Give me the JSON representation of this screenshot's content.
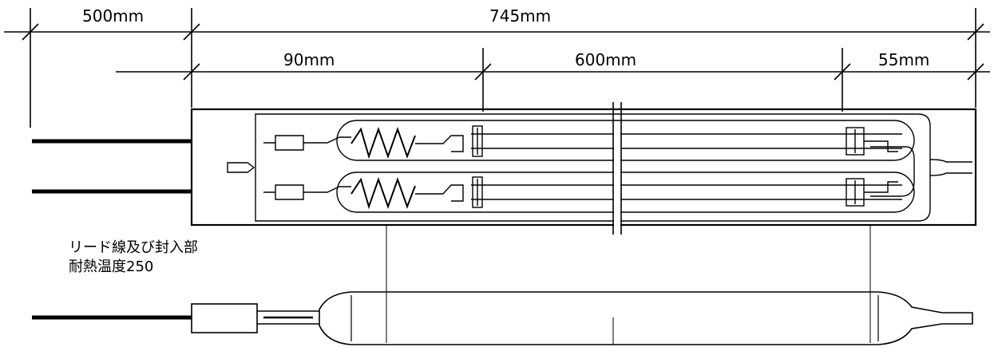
{
  "dimensions": {
    "lead": "500mm",
    "overall": "745mm",
    "left_section": "90mm",
    "middle_section": "600mm",
    "right_section": "55mm"
  },
  "note": {
    "line1": "リード線及び封入部",
    "line2": "耐熱温度250"
  }
}
